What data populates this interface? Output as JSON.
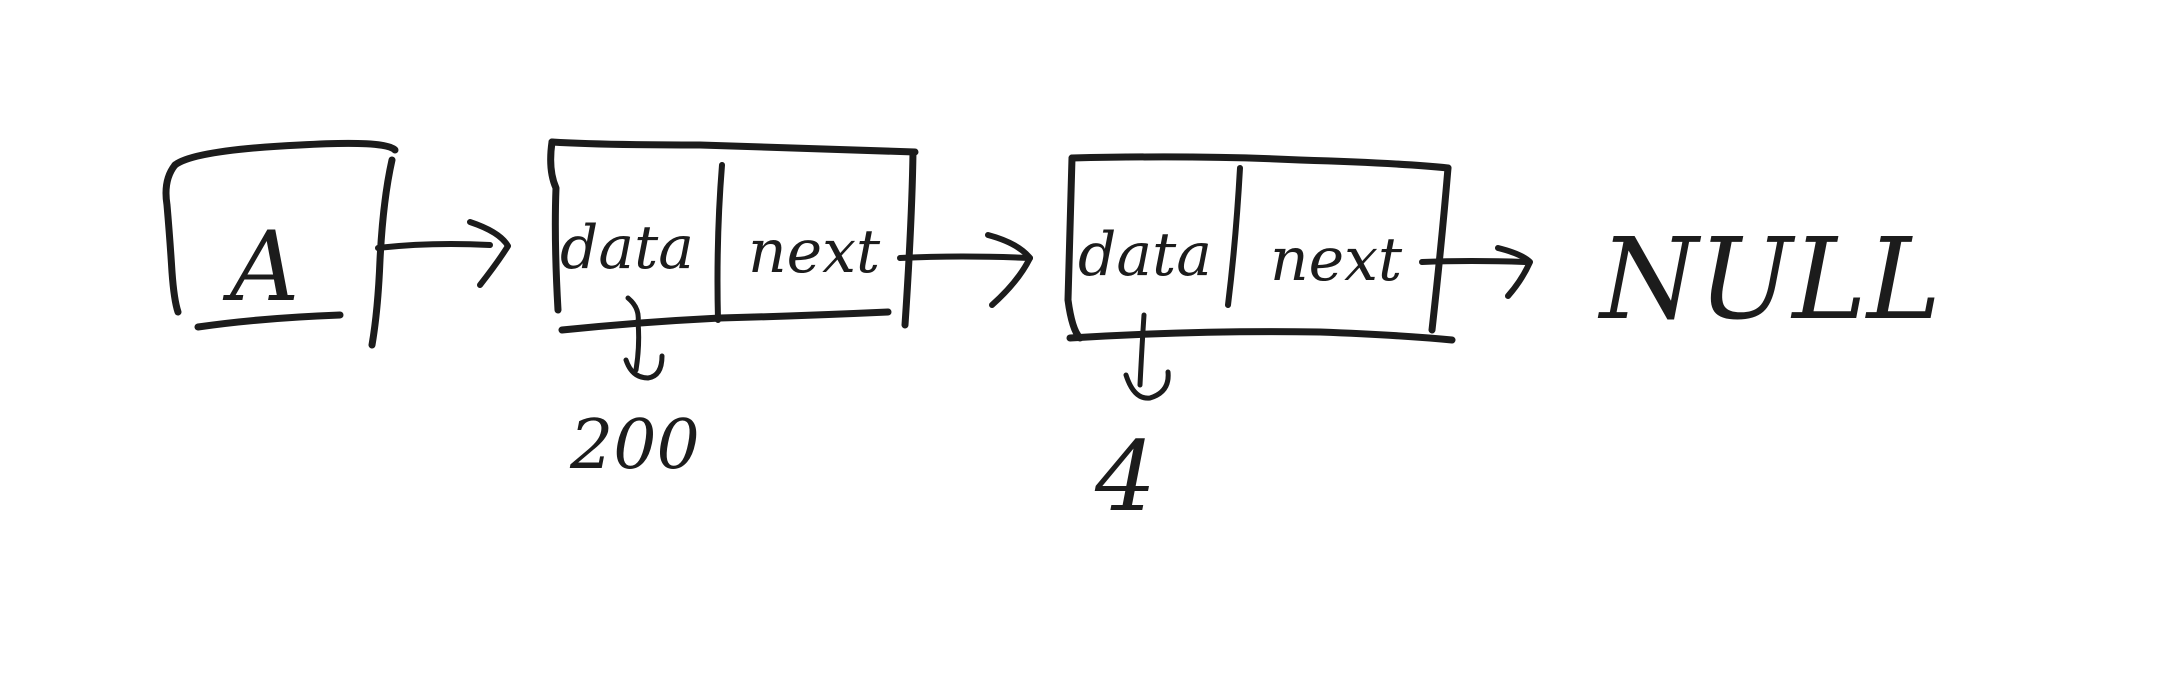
{
  "diagram": {
    "head_pointer": {
      "label": "A"
    },
    "nodes": [
      {
        "field_left": "data",
        "field_right": "next",
        "data_value": "200"
      },
      {
        "field_left": "data",
        "field_right": "next",
        "data_value": "4"
      }
    ],
    "terminator": "NULL",
    "ink_color": "#1c1c1c"
  }
}
